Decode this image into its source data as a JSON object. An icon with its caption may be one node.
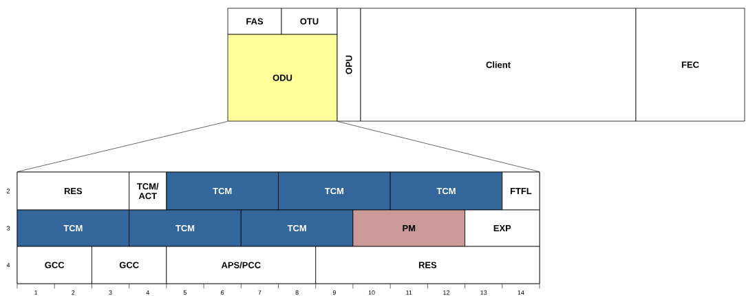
{
  "diagram": {
    "nodes": [
      {
        "text": [
          "FAS"
        ]
      },
      {
        "text": [
          "OTU"
        ]
      },
      {
        "text": [
          "ODU"
        ]
      },
      {
        "text": [
          "OPU"
        ]
      },
      {
        "text": [
          "Client"
        ]
      },
      {
        "text": [
          "FEC"
        ]
      },
      {
        "text": [],
        "shape": "box"
      },
      {
        "text": [
          "RES"
        ],
        "in": 6
      },
      {
        "text": [
          "TCM/ ACT"
        ],
        "in": 6
      },
      {
        "text": [
          "TCM"
        ],
        "in": 6
      },
      {
        "text": [
          "TCM"
        ],
        "in": 6
      },
      {
        "text": [
          "TCM"
        ],
        "in": 6
      },
      {
        "text": [
          "FTFL"
        ],
        "in": 6
      },
      {
        "text": [
          "TCM"
        ],
        "in": 6
      },
      {
        "text": [
          "TCM"
        ],
        "in": 6
      },
      {
        "text": [
          "TCM"
        ],
        "in": 6
      },
      {
        "text": [
          "PM"
        ],
        "in": 6
      },
      {
        "text": [
          "EXP"
        ],
        "in": 6
      },
      {
        "text": [
          "GCC"
        ],
        "in": 6
      },
      {
        "text": [
          "GCC"
        ],
        "in": 6
      },
      {
        "text": [
          "APS/PCC"
        ],
        "in": 6
      },
      {
        "text": [
          "RES"
        ],
        "in": 6
      }
    ],
    "edges": [
      {
        "from": 2,
        "to": 6,
        "arrow": "none"
      },
      {
        "from": 2,
        "to": 6,
        "arrow": "none"
      }
    ],
    "labels": [
      "2",
      "3",
      "4",
      "1",
      "2",
      "3",
      "4",
      "5",
      "6",
      "7",
      "8",
      "9",
      "10",
      "11",
      "12",
      "13",
      "14"
    ]
  }
}
